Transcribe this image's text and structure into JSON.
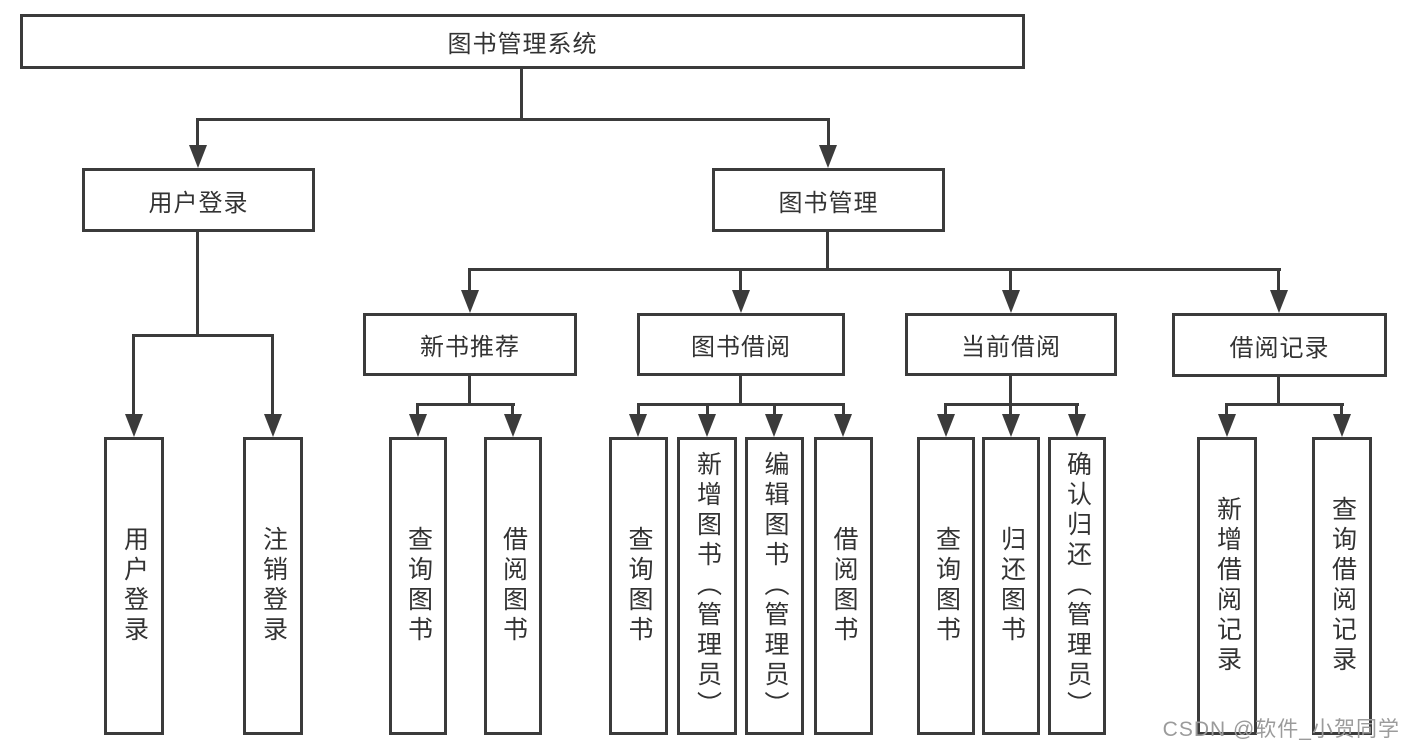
{
  "diagram": {
    "title": "图书管理系统",
    "branches": [
      {
        "label": "用户登录",
        "children": [
          {
            "label": "用户登录"
          },
          {
            "label": "注销登录"
          }
        ]
      },
      {
        "label": "图书管理",
        "children": [
          {
            "label": "新书推荐",
            "children": [
              {
                "label": "查询图书"
              },
              {
                "label": "借阅图书"
              }
            ]
          },
          {
            "label": "图书借阅",
            "children": [
              {
                "label": "查询图书"
              },
              {
                "label": "新增图书（管理员）"
              },
              {
                "label": "编辑图书（管理员）"
              },
              {
                "label": "借阅图书"
              }
            ]
          },
          {
            "label": "当前借阅",
            "children": [
              {
                "label": "查询图书"
              },
              {
                "label": "归还图书"
              },
              {
                "label": "确认归还（管理员）"
              }
            ]
          },
          {
            "label": "借阅记录",
            "children": [
              {
                "label": "新增借阅记录"
              },
              {
                "label": "查询借阅记录"
              }
            ]
          }
        ]
      }
    ]
  },
  "watermark": {
    "text": "CSDN @软件_小贺同学"
  },
  "colors": {
    "line": "#3b3b3b",
    "text": "#333333",
    "watermark": "#9b9b9b",
    "background": "#ffffff"
  }
}
